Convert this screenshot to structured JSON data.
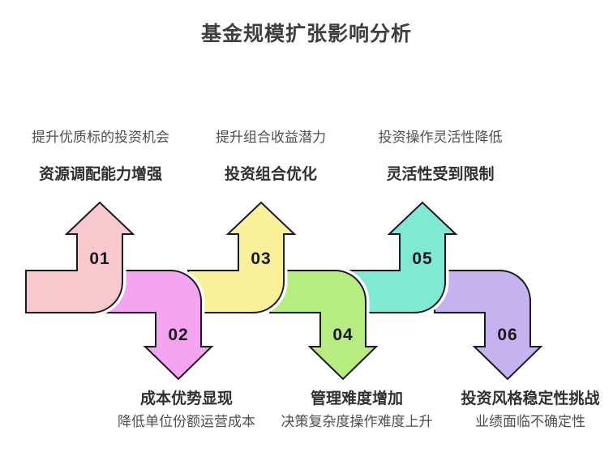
{
  "page": {
    "title": "基金规模扩张影响分析",
    "background_color": "#ffffff",
    "outline_color": "#1a1a24",
    "separator_color": "#ffffff"
  },
  "diagram": {
    "steps": [
      {
        "number": "01",
        "direction": "up",
        "color": "#f8c8cf",
        "title": "资源调配能力增强",
        "subtitle": "提升优质标的投资机会"
      },
      {
        "number": "02",
        "direction": "down",
        "color": "#f5a4ef",
        "title": "成本优势显现",
        "subtitle": "降低单位份额运营成本"
      },
      {
        "number": "03",
        "direction": "up",
        "color": "#faf09a",
        "title": "投资组合优化",
        "subtitle": "提升组合收益潜力"
      },
      {
        "number": "04",
        "direction": "down",
        "color": "#b6ec80",
        "title": "管理难度增加",
        "subtitle": "决策复杂度操作难度上升"
      },
      {
        "number": "05",
        "direction": "up",
        "color": "#7fe9d2",
        "title": "灵活性受到限制",
        "subtitle": "投资操作灵活性降低"
      },
      {
        "number": "06",
        "direction": "down",
        "color": "#c4b3ee",
        "title": "投资风格稳定性挑战",
        "subtitle": "业绩面临不确定性"
      }
    ]
  }
}
